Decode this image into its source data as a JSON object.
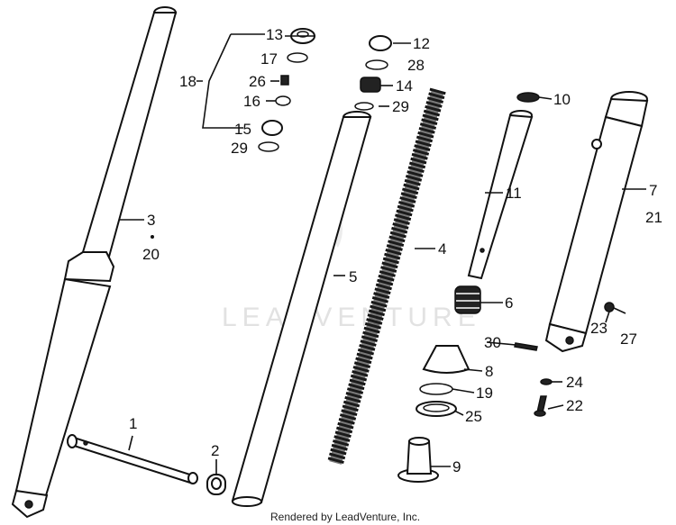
{
  "callouts": {
    "c1": "1",
    "c2": "2",
    "c3": "3",
    "c4": "4",
    "c5": "5",
    "c6": "6",
    "c7": "7",
    "c8": "8",
    "c9": "9",
    "c10": "10",
    "c11": "11",
    "c12": "12",
    "c13": "13",
    "c14": "14",
    "c15": "15",
    "c16": "16",
    "c17": "17",
    "c18": "18",
    "c19": "19",
    "c20": "20",
    "c21": "21",
    "c22": "22",
    "c23": "23",
    "c24": "24",
    "c25": "25",
    "c26": "26",
    "c27": "27",
    "c28": "28",
    "c29a": "29",
    "c29b": "29",
    "c30": "30"
  },
  "watermark": "LEADVENTURE",
  "credit": "Rendered by LeadVenture, Inc."
}
